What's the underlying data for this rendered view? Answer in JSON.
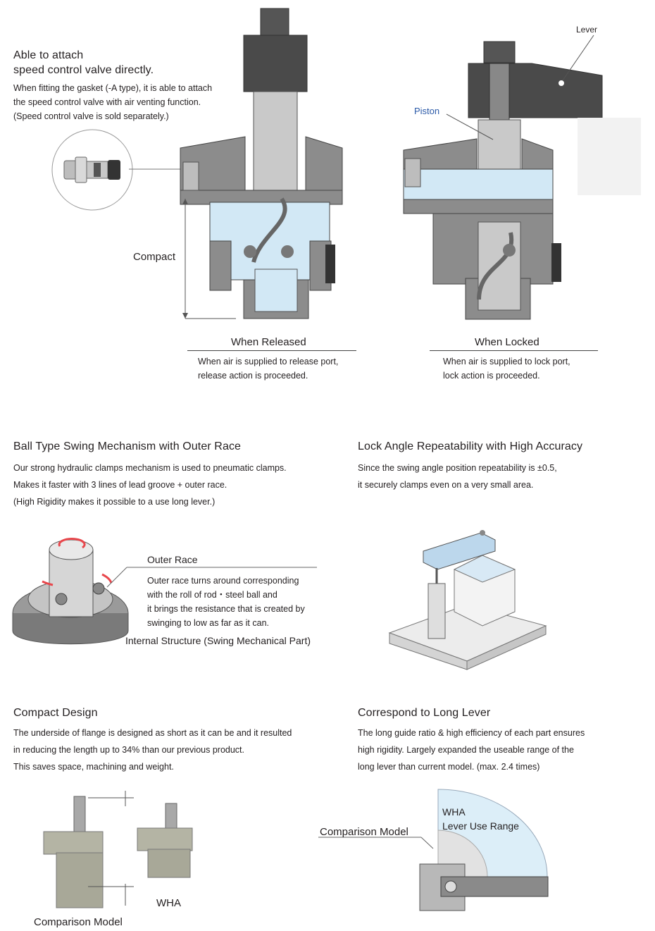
{
  "attach": {
    "title_line1": "Able to attach",
    "title_line2": "speed control valve directly.",
    "desc_line1": "When fitting the gasket (-A type), it is able to attach",
    "desc_line2": "the speed control valve with air venting function.",
    "desc_line3": "(Speed control valve is sold separately.)"
  },
  "cross_section": {
    "compact_label": "Compact",
    "lever_label": "Lever",
    "piston_label": "Piston",
    "released_title": "When Released",
    "released_desc_line1": "When air is supplied to release port,",
    "released_desc_line2": "release action is proceeded.",
    "locked_title": "When Locked",
    "locked_desc_line1": "When air is supplied to lock port,",
    "locked_desc_line2": "lock action is proceeded."
  },
  "ball_swing": {
    "title": "Ball Type Swing Mechanism with Outer Race",
    "desc_line1": "Our strong hydraulic clamps mechanism is used to pneumatic clamps.",
    "desc_line2": "Makes it faster with 3 lines of lead groove + outer race.",
    "desc_line3": "(High Rigidity makes it possible to a use long lever.)",
    "outer_race_label": "Outer Race",
    "outer_race_desc_line1": "Outer race turns around corresponding",
    "outer_race_desc_line2": "with the roll of rod・steel ball and",
    "outer_race_desc_line3": "it brings the resistance that is created by",
    "outer_race_desc_line4": "swinging to low as far as it can.",
    "caption": "Internal Structure (Swing Mechanical Part)"
  },
  "lock_angle": {
    "title": "Lock Angle Repeatability with High Accuracy",
    "desc_line1": "Since the swing angle position repeatability is ±0.5,",
    "desc_line2": "it securely clamps even on a very small area."
  },
  "compact_design": {
    "title": "Compact Design",
    "desc_line1": "The underside of flange is designed as short as it can be and it resulted",
    "desc_line2": "in reducing the length up to 34% than our previous product.",
    "desc_line3": "This saves space, machining and weight.",
    "wha_label": "WHA",
    "comparison_label": "Comparison Model"
  },
  "long_lever": {
    "title": "Correspond to Long Lever",
    "desc_line1": "The long guide ratio & high efficiency of each part ensures",
    "desc_line2": "high rigidity. Largely expanded the useable range of the",
    "desc_line3": "long lever than current model. (max. 2.4 times)",
    "comparison_label": "Comparison Model",
    "wha_line1": "WHA",
    "wha_line2": "Lever Use Range"
  },
  "colors": {
    "body_gray": "#8c8c8c",
    "light_blue": "#d2e8f5",
    "piston_text": "#2b5aa8",
    "arrow_red": "#e8474c"
  }
}
